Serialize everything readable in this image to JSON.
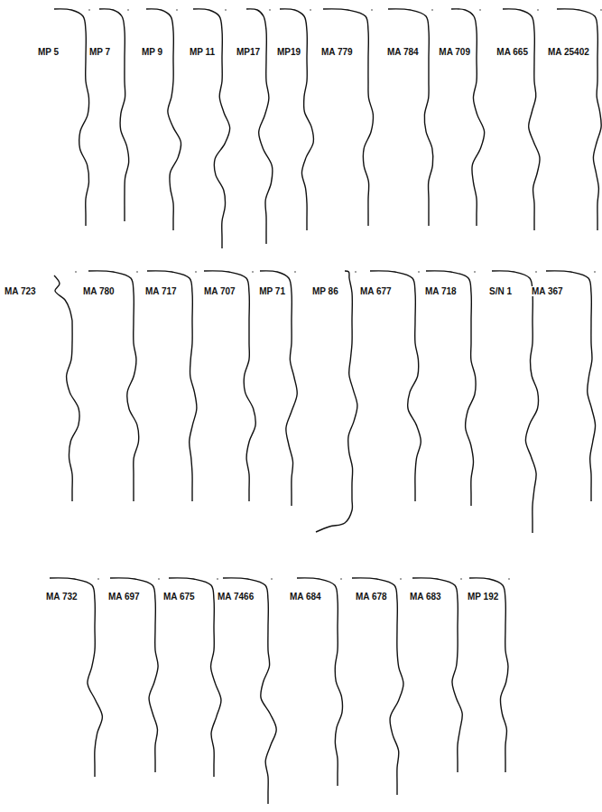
{
  "diagram": {
    "labels": [
      "MP 5",
      "MP 7",
      "MP 9",
      "MP 11",
      "MP17",
      "MP19",
      "MA 779",
      "MA 784",
      "MA 709",
      "MA 665",
      "MA 25402",
      "MA 723",
      "MA 780",
      "MA 717",
      "MA 707",
      "MP 71",
      "MP 86",
      "MA 677",
      "MA 718",
      "S/N 1",
      "MA 367",
      "MA 732",
      "MA 697",
      "MA 675",
      "MA 7466",
      "MA 684",
      "MA 678",
      "MA 683",
      "MP 192"
    ]
  }
}
